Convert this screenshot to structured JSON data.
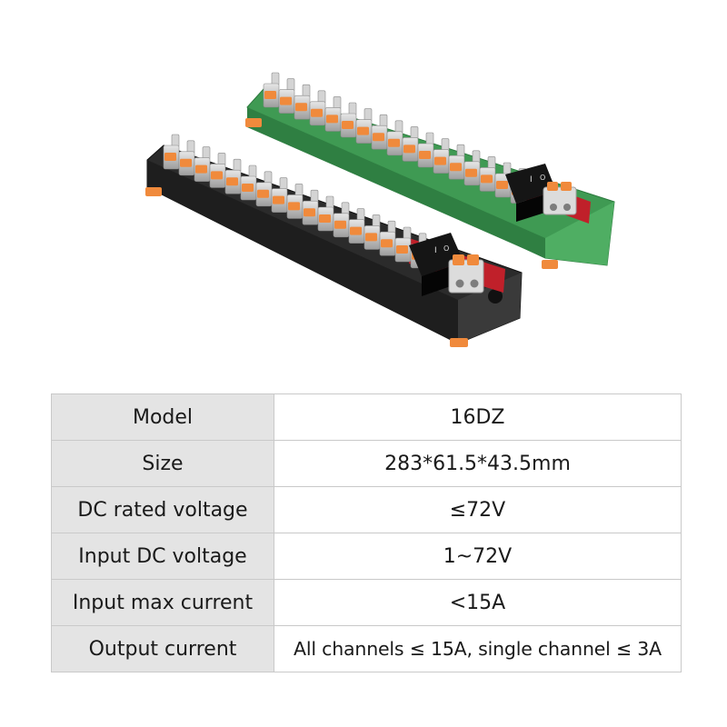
{
  "product_image": {
    "switch_symbols": [
      "I",
      "O"
    ],
    "colors": {
      "green_rail": "#3f9a53",
      "black_rail": "#2b2b2b",
      "terminal_orange": "#f08a3c",
      "terminal_gray": "#bfbfbf",
      "pcb_red": "#c0202a",
      "background": "#ffffff"
    }
  },
  "spec_table": {
    "rows": [
      {
        "label": "Model",
        "value": "16DZ"
      },
      {
        "label": "Size",
        "value": "283*61.5*43.5mm"
      },
      {
        "label": "DC rated voltage",
        "value": "≤72V"
      },
      {
        "label": "Input DC voltage",
        "value": "1~72V"
      },
      {
        "label": "Input max current",
        "value": "<15A"
      },
      {
        "label": "Output current",
        "value": "All channels ≤ 15A, single channel ≤ 3A"
      }
    ],
    "colors": {
      "label_bg": "#e4e4e4",
      "value_bg": "#ffffff",
      "border": "#c9c9c9"
    }
  }
}
